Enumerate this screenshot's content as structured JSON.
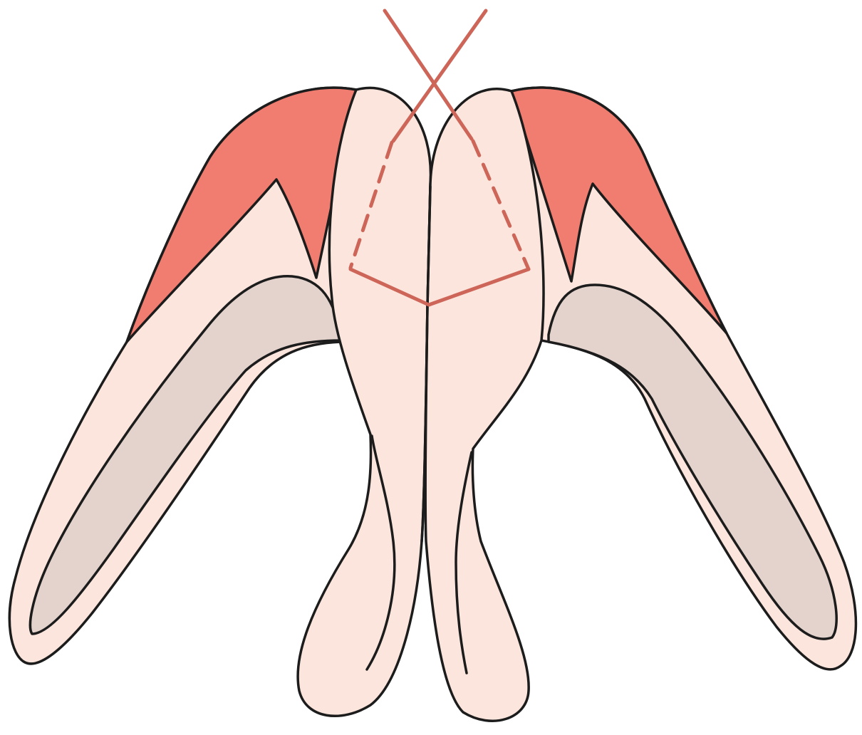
{
  "colors": {
    "background": "#ffffff",
    "skin": "#fbe5dc",
    "lumen": "#e3d3cc",
    "highlight_region": "#f07d70",
    "guide_line": "#cd6558",
    "outline": "#1c1c1c"
  },
  "annotation": {
    "crossing_lines": 2,
    "dashed_cut_segments": 2,
    "solid_cut_segments": 2
  }
}
